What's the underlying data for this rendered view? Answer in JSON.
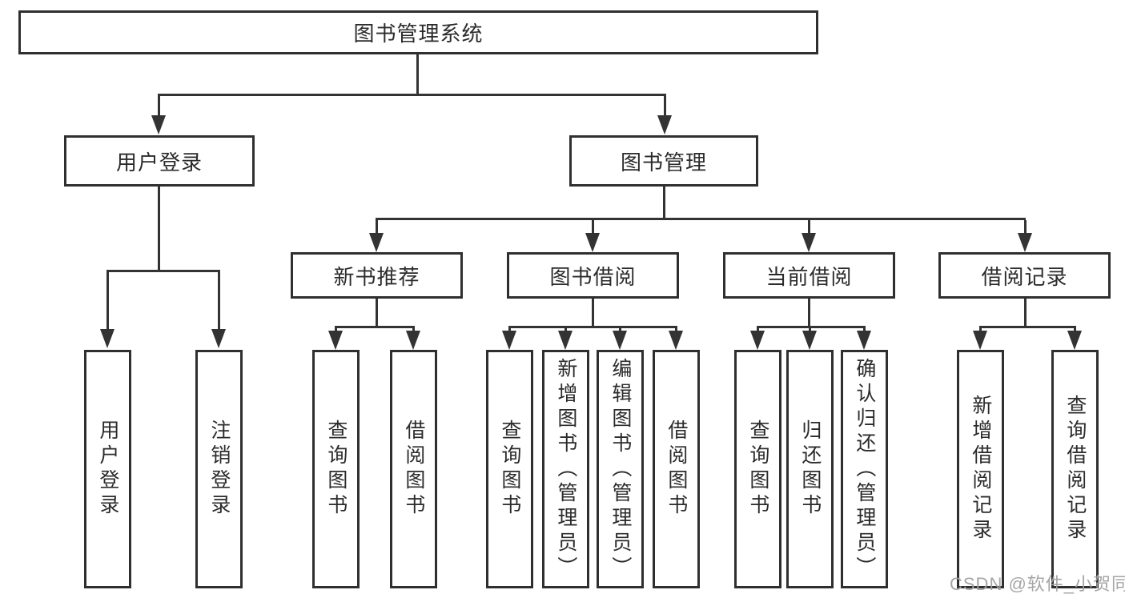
{
  "diagram": {
    "root": {
      "label": "图书管理系统"
    },
    "level2": [
      {
        "label": "用户登录"
      },
      {
        "label": "图书管理"
      }
    ],
    "level3": [
      {
        "label": "新书推荐"
      },
      {
        "label": "图书借阅"
      },
      {
        "label": "当前借阅"
      },
      {
        "label": "借阅记录"
      }
    ],
    "leaves": {
      "login": [
        {
          "label": "用户登录"
        },
        {
          "label": "注销登录"
        }
      ],
      "recommend": [
        {
          "label": "查询图书"
        },
        {
          "label": "借阅图书"
        }
      ],
      "borrow": [
        {
          "label": "查询图书"
        },
        {
          "label": "新增图书（管理员）"
        },
        {
          "label": "编辑图书（管理员）"
        },
        {
          "label": "借阅图书"
        }
      ],
      "current": [
        {
          "label": "查询图书"
        },
        {
          "label": "归还图书"
        },
        {
          "label": "确认归还（管理员）"
        }
      ],
      "records": [
        {
          "label": "新增借阅记录"
        },
        {
          "label": "查询借阅记录"
        }
      ]
    }
  },
  "watermark": "CSDN @软件_小贺同学",
  "colors": {
    "line": "#333333",
    "border": "#2f2f2f",
    "text": "#2b2b2b",
    "watermark": "#a0a0a0",
    "background": "#ffffff"
  }
}
